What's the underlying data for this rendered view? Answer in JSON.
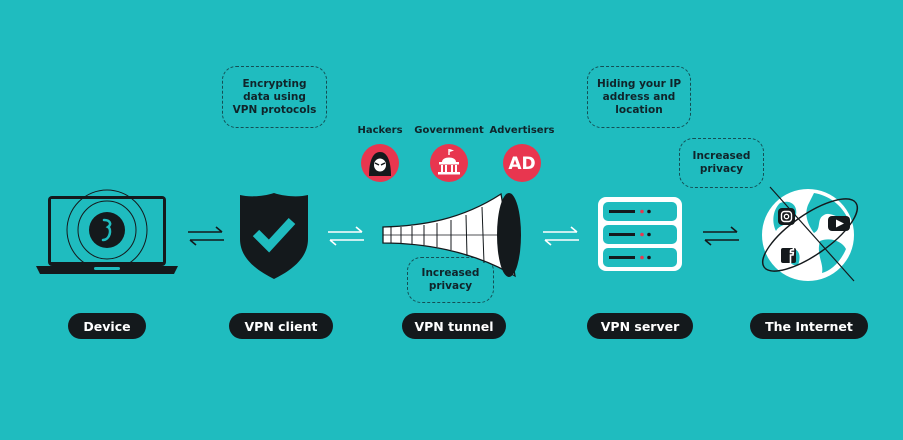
{
  "bubbles": {
    "encrypting": "Encrypting data using VPN protocols",
    "hiding_ip": "Hiding your IP address and location",
    "increased_privacy_tunnel": "Increased privacy",
    "increased_privacy_internet": "Increased privacy"
  },
  "threats": [
    {
      "label": "Hackers",
      "icon": "hacker-icon"
    },
    {
      "label": "Government",
      "icon": "government-icon"
    },
    {
      "label": "Advertisers",
      "icon": "advertiser-icon",
      "badge": "AD"
    }
  ],
  "stages": [
    {
      "label": "Device",
      "icon": "laptop-icon"
    },
    {
      "label": "VPN client",
      "icon": "shield-check-icon"
    },
    {
      "label": "VPN tunnel",
      "icon": "tunnel-icon"
    },
    {
      "label": "VPN server",
      "icon": "server-icon"
    },
    {
      "label": "The Internet",
      "icon": "globe-icon"
    }
  ],
  "colors": {
    "background": "#1fbcbf",
    "dark": "#14191c",
    "accent_red": "#e8364f",
    "white": "#ffffff"
  }
}
